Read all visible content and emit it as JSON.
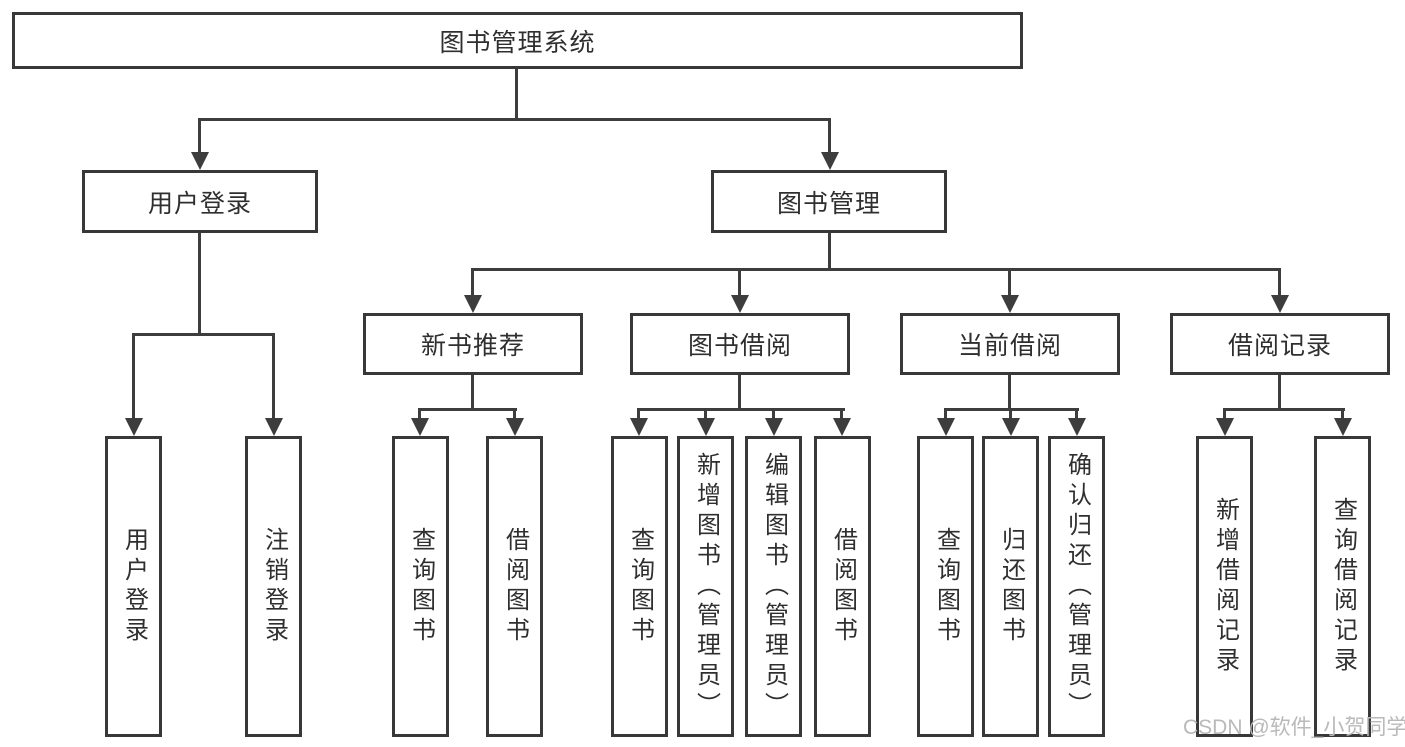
{
  "tree": {
    "root": {
      "label": "图书管理系统",
      "children": [
        {
          "label": "用户登录",
          "children": [
            {
              "label": "用户登录"
            },
            {
              "label": "注销登录"
            }
          ]
        },
        {
          "label": "图书管理",
          "children": [
            {
              "label": "新书推荐",
              "children": [
                {
                  "label": "查询图书"
                },
                {
                  "label": "借阅图书"
                }
              ]
            },
            {
              "label": "图书借阅",
              "children": [
                {
                  "label": "查询图书"
                },
                {
                  "label": "新增图书（管理员）"
                },
                {
                  "label": "编辑图书（管理员）"
                },
                {
                  "label": "借阅图书"
                }
              ]
            },
            {
              "label": "当前借阅",
              "children": [
                {
                  "label": "查询图书"
                },
                {
                  "label": "归还图书"
                },
                {
                  "label": "确认归还（管理员）"
                }
              ]
            },
            {
              "label": "借阅记录",
              "children": [
                {
                  "label": "新增借阅记录"
                },
                {
                  "label": "查询借阅记录"
                }
              ]
            }
          ]
        }
      ]
    }
  },
  "watermark": {
    "text": "CSDN @软件_小贺同学",
    "color": "#b9b9b9"
  },
  "colors": {
    "background": "#ffffff",
    "line": "#3d3d3d",
    "box_border": "#383838",
    "text": "#2f2f2f"
  }
}
